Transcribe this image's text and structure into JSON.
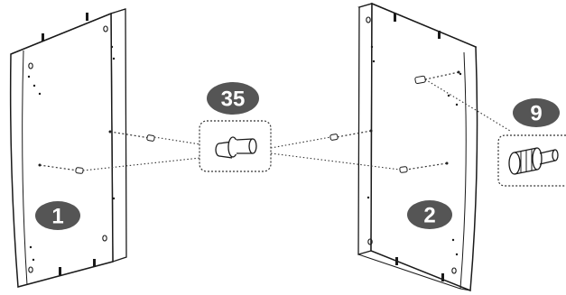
{
  "diagram": {
    "panels": [
      {
        "id": "panel-left",
        "label": "1"
      },
      {
        "id": "panel-right",
        "label": "2"
      }
    ],
    "parts": [
      {
        "id": "part-dowel",
        "label": "35"
      },
      {
        "id": "part-cam-bolt",
        "label": "9"
      }
    ],
    "colors": {
      "line": "#1a1a1a",
      "badge": "#555555",
      "badge_text": "#ffffff",
      "dotted": "#333333"
    }
  }
}
